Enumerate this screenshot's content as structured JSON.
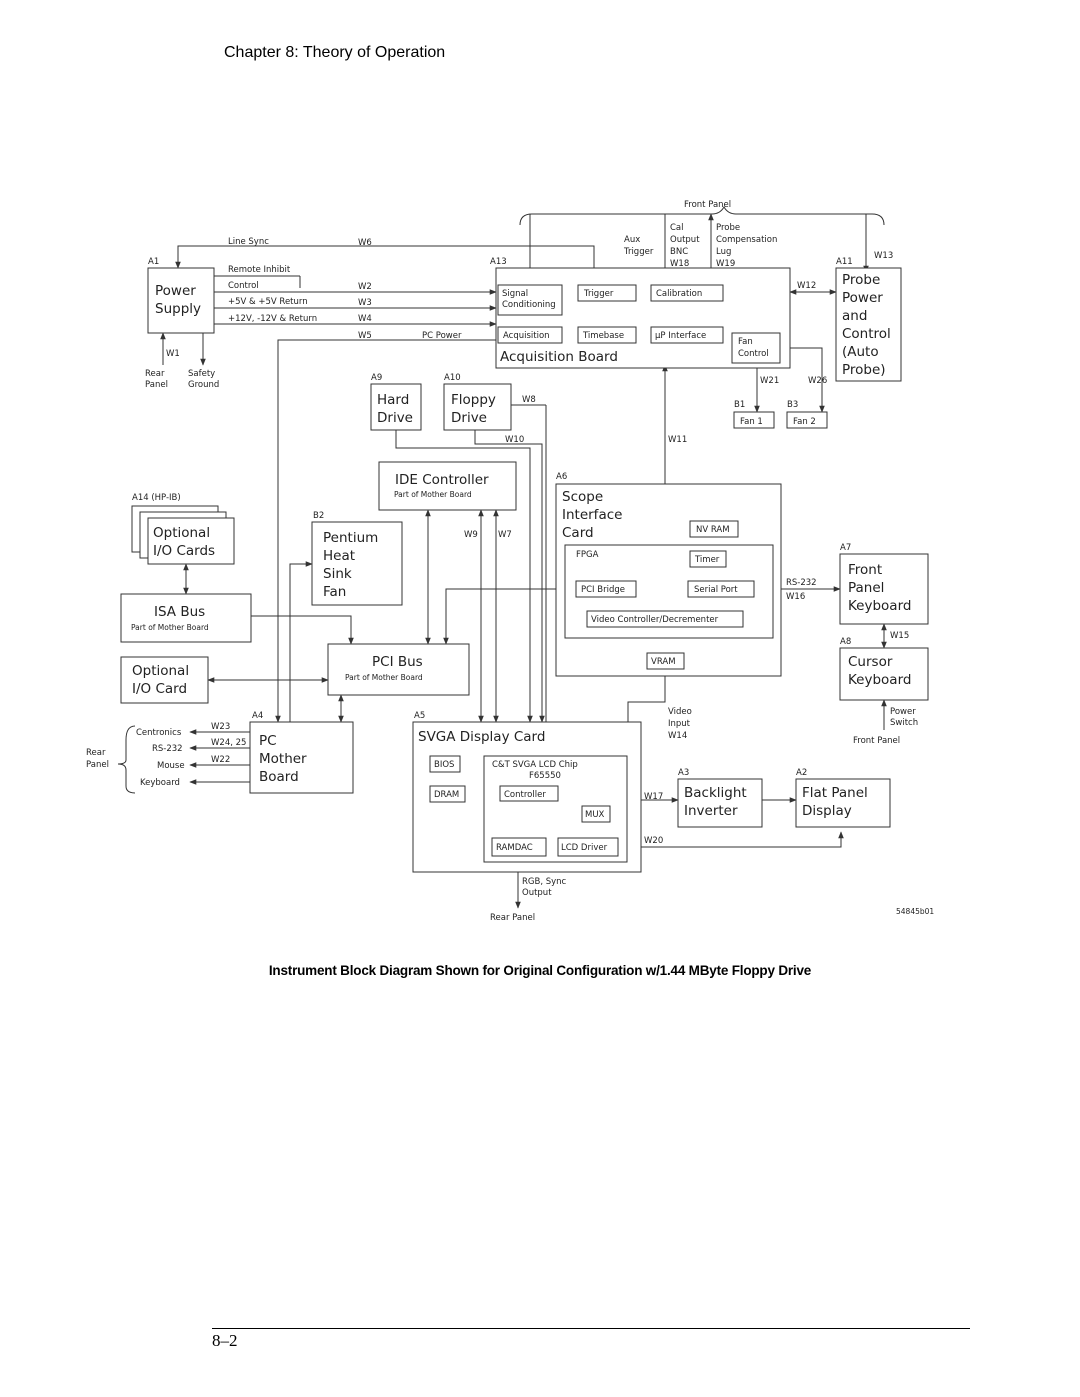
{
  "header": {
    "chapter_title": "Chapter 8: Theory of Operation"
  },
  "figure": {
    "caption": "Instrument Block Diagram Shown for Original Configuration w/1.44 MByte Floppy Drive",
    "figure_id": "54845b01"
  },
  "footer": {
    "page_number": "8–2"
  },
  "diagram": {
    "front_panel": "Front Panel",
    "aux_trigger": [
      "Aux",
      "Trigger"
    ],
    "cal_output": [
      "Cal",
      "Output",
      "BNC",
      "W18"
    ],
    "probe_comp": [
      "Probe",
      "Compensation",
      "Lug",
      "W19"
    ],
    "w13": "W13",
    "a1": "A1",
    "line_sync": "Line Sync",
    "w6": "W6",
    "power_supply": [
      "Power",
      "Supply"
    ],
    "remote_inhibit": "Remote Inhibit",
    "control": "Control",
    "w2": "W2",
    "plus5": "+5V & +5V Return",
    "w3": "W3",
    "plus12": "+12V, -12V & Return",
    "w4": "W4",
    "w5": "W5",
    "pc_power": "PC Power",
    "w1": "W1",
    "rear_panel_stack": [
      "Rear",
      "Panel"
    ],
    "safety_ground": [
      "Safety",
      "Ground"
    ],
    "a13": "A13",
    "signal_conditioning": [
      "Signal",
      "Conditioning"
    ],
    "trigger": "Trigger",
    "calibration": "Calibration",
    "w12": "W12",
    "acquisition": "Acquisition",
    "timebase": "Timebase",
    "up_interface": "μP Interface",
    "fan_control": [
      "Fan",
      "Control"
    ],
    "acquisition_board": "Acquisition Board",
    "a11": "A11",
    "probe_power": [
      "Probe",
      "Power",
      "and",
      "Control",
      "(Auto",
      "Probe)"
    ],
    "w21": "W21",
    "w26": "W26",
    "b1": "B1",
    "b3": "B3",
    "fan1": "Fan 1",
    "fan2": "Fan 2",
    "a9": "A9",
    "a10": "A10",
    "hard_drive": [
      "Hard",
      "Drive"
    ],
    "floppy_drive": [
      "Floppy",
      "Drive"
    ],
    "w8": "W8",
    "w10": "W10",
    "w11": "W11",
    "ide_controller": "IDE Controller",
    "part_of_mb": "Part of Mother Board",
    "a6": "A6",
    "scope_interface": [
      "Scope",
      "Interface",
      "Card"
    ],
    "nv_ram": "NV RAM",
    "fpga": "FPGA",
    "timer": "Timer",
    "pci_bridge": "PCI Bridge",
    "serial_port": "Serial Port",
    "video_controller": "Video Controller/Decrementer",
    "vram": "VRAM",
    "a14": "A14   (HP-IB)",
    "optional_io_cards": [
      "Optional",
      "I/O Cards"
    ],
    "b2": "B2",
    "pentium": [
      "Pentium",
      "Heat",
      "Sink",
      "Fan"
    ],
    "w9": "W9",
    "w7": "W7",
    "a7": "A7",
    "front_panel_keyboard": [
      "Front",
      "Panel",
      "Keyboard"
    ],
    "rs232_w16": [
      "RS-232",
      "W16"
    ],
    "isa_bus": "ISA Bus",
    "a8": "A8",
    "w15": "W15",
    "optional_io_card": [
      "Optional",
      "I/O Card"
    ],
    "pci_bus": "PCI Bus",
    "cursor_keyboard": [
      "Cursor",
      "Keyboard"
    ],
    "power_switch": [
      "Power",
      "Switch"
    ],
    "a4": "A4",
    "a5": "A5",
    "centronics": "Centronics",
    "rs232": "RS-232",
    "mouse": "Mouse",
    "keyboard": "Keyboard",
    "w23": "W23",
    "w24_25": "W24, 25",
    "w22": "W22",
    "rear_panel_side": [
      "Rear",
      "Panel"
    ],
    "pc_mother_board": [
      "PC",
      "Mother",
      "Board"
    ],
    "svga_display_card": "SVGA Display Card",
    "video_input": [
      "Video",
      "Input",
      "W14"
    ],
    "front_panel_bottom": "Front Panel",
    "bios": "BIOS",
    "ct_chip": [
      "C&T SVGA LCD Chip",
      "F65550"
    ],
    "dram": "DRAM",
    "controller": "Controller",
    "mux": "MUX",
    "ramdac": "RAMDAC",
    "lcd_driver": "LCD Driver",
    "a3": "A3",
    "a2": "A2",
    "w17": "W17",
    "w20": "W20",
    "backlight_inverter": [
      "Backlight",
      "Inverter"
    ],
    "flat_panel_display": [
      "Flat Panel",
      "Display"
    ],
    "rgb_sync": [
      "RGB, Sync",
      "Output"
    ],
    "rear_panel_bottom": "Rear Panel"
  }
}
